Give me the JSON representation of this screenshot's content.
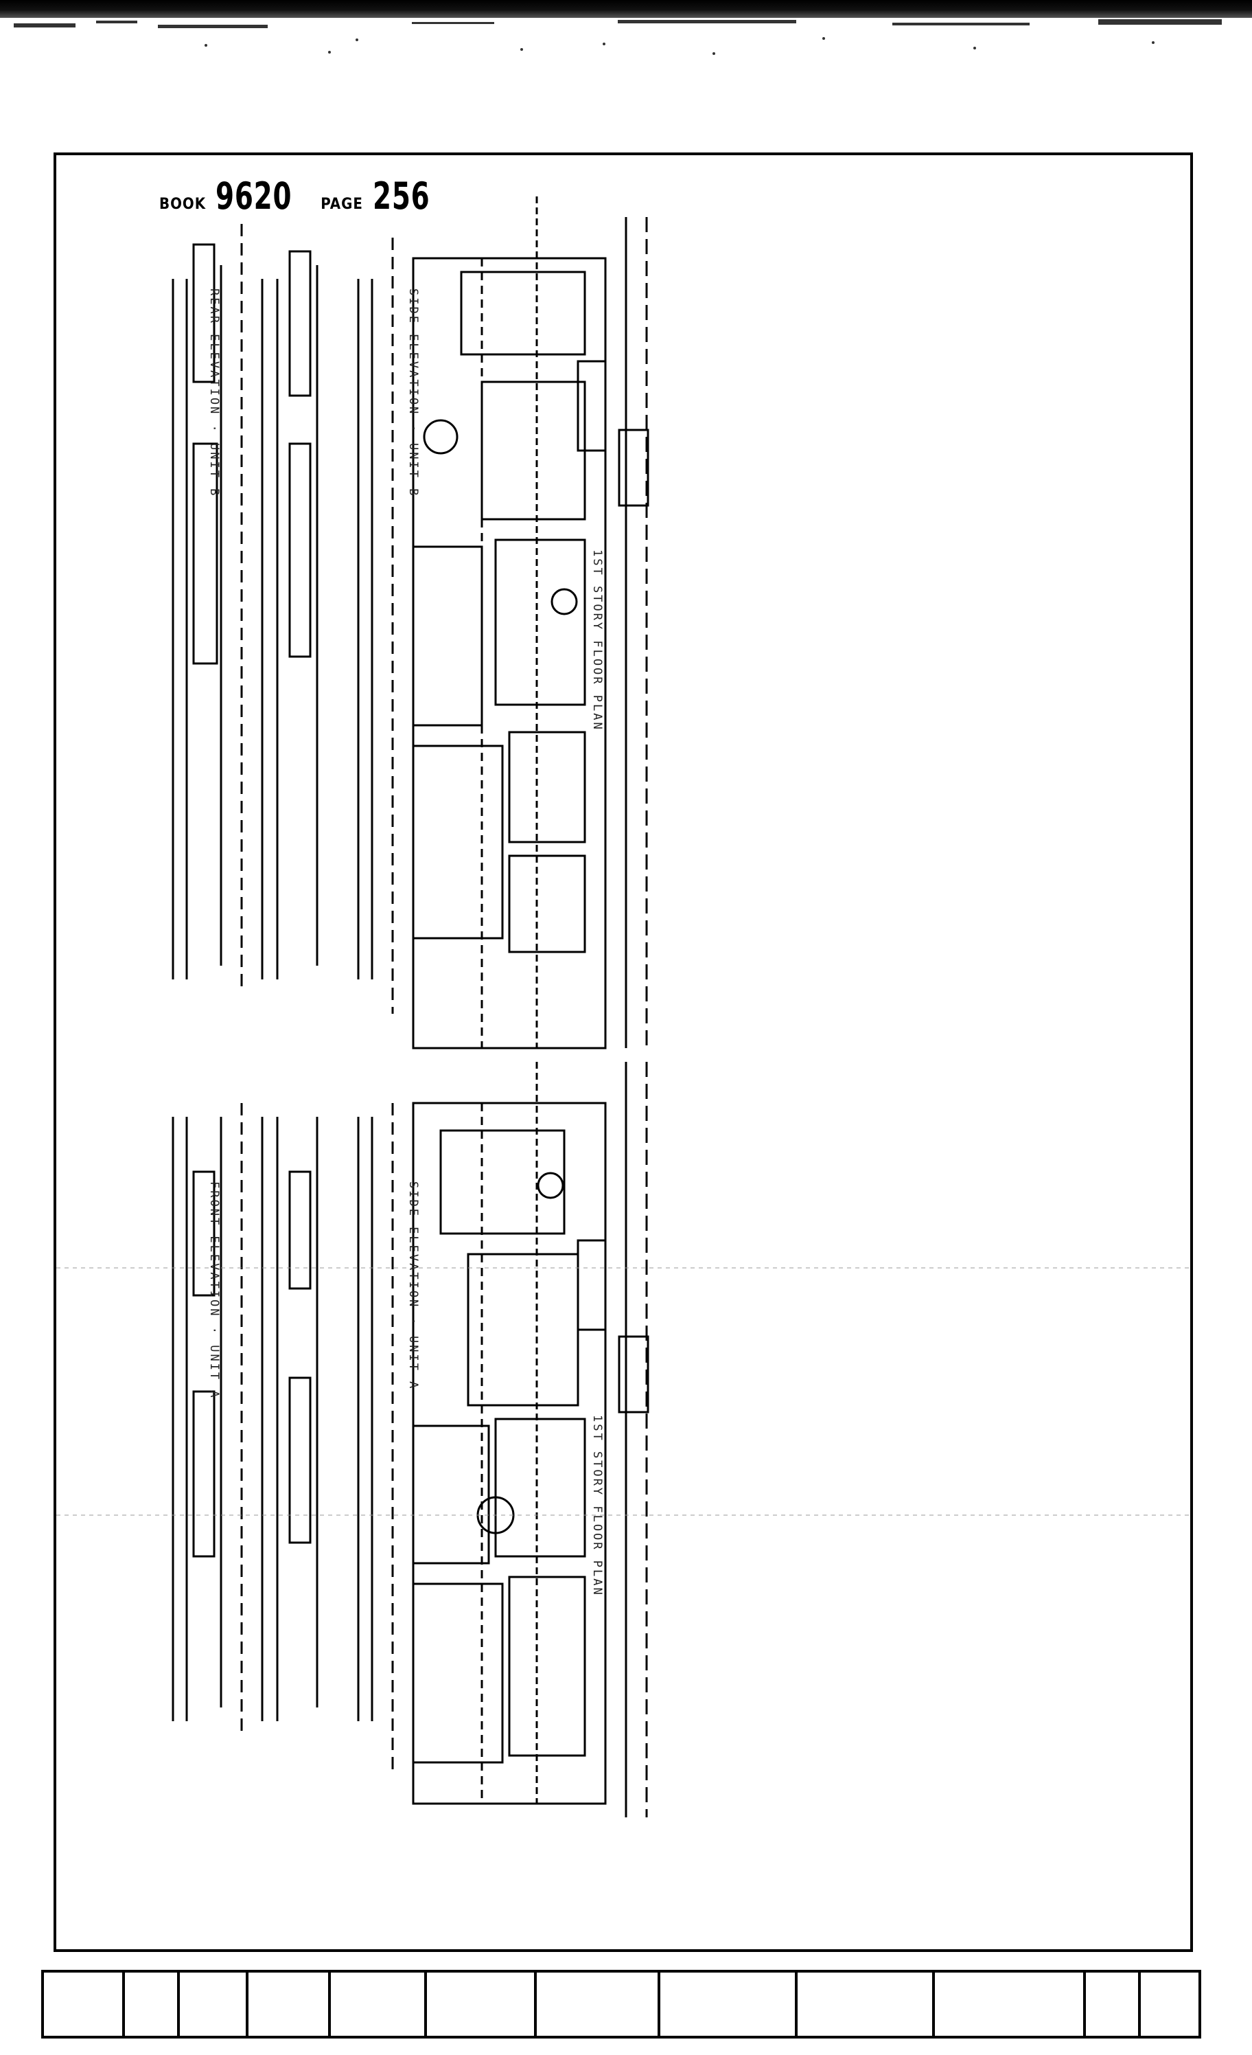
{
  "stamp": {
    "book_label": "BOOK",
    "book_number": "9620",
    "page_label": "PAGE",
    "page_number": "256"
  },
  "drawing": {
    "elevation_labels_upper": [
      "REAR ELEVATION · UNIT B",
      "SIDE ELEVATION · UNIT B",
      "1ST STORY FLOOR PLAN"
    ],
    "elevation_labels_lower": [
      "FRONT ELEVATION · UNIT A",
      "SIDE ELEVATION · UNIT A",
      "1ST STORY FLOOR PLAN"
    ]
  }
}
